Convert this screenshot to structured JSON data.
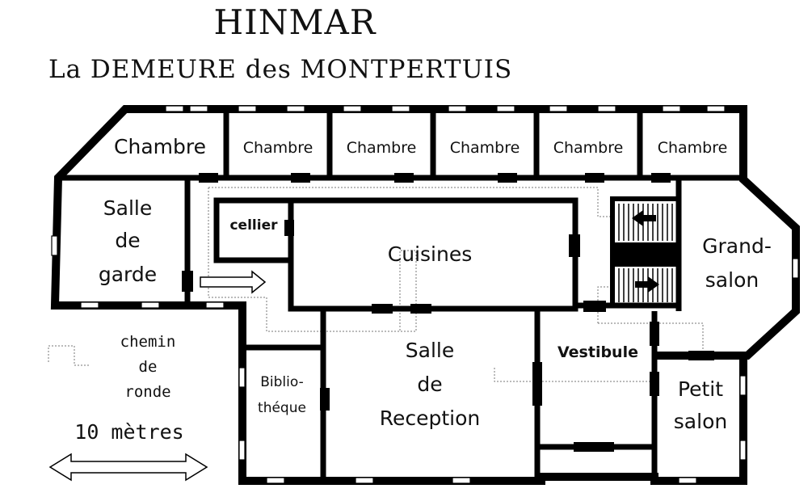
{
  "title": "HINMAR",
  "subtitle": "La DEMEURE des MONTPERTUIS",
  "rooms": {
    "chambre_1": "Chambre",
    "chambre_2": "Chambre",
    "chambre_3": "Chambre",
    "chambre_4": "Chambre",
    "chambre_5": "Chambre",
    "chambre_6": "Chambre",
    "salle_de_garde": [
      "Salle",
      "de",
      "garde"
    ],
    "cellier": "cellier",
    "cuisines": "Cuisines",
    "grand_salon": [
      "Grand-",
      "salon"
    ],
    "salle_de_reception": [
      "Salle",
      "de",
      "Reception"
    ],
    "vestibule": "Vestibule",
    "bibliotheque": [
      "Biblio-",
      "théque"
    ],
    "petit_salon": [
      "Petit",
      "salon"
    ]
  },
  "chemin_de_ronde": [
    "chemin",
    "de",
    "ronde"
  ],
  "scale": "10 mètres"
}
